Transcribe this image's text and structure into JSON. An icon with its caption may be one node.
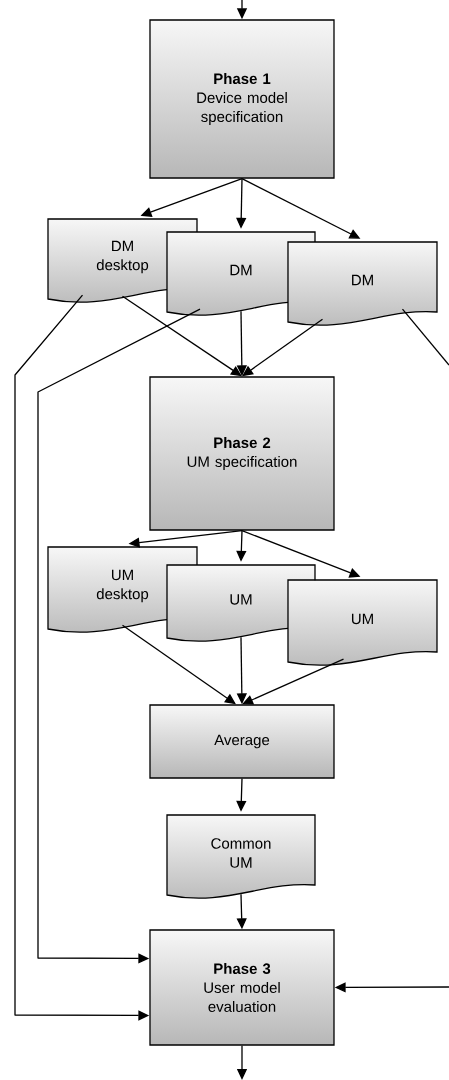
{
  "diagram": {
    "nodes": [
      {
        "text": [
          "Phase 1",
          "Device model specification"
        ]
      },
      {
        "text": [
          "DM desktop"
        ]
      },
      {
        "text": [
          "DM"
        ]
      },
      {
        "text": [
          "DM"
        ]
      },
      {
        "text": [
          "Phase 2",
          "UM specification"
        ]
      },
      {
        "text": [
          "UM desktop"
        ]
      },
      {
        "text": [
          "UM"
        ]
      },
      {
        "text": [
          "UM"
        ]
      },
      {
        "text": [
          "Average"
        ]
      },
      {
        "text": [
          "Common UM"
        ]
      },
      {
        "text": [
          "Phase 3",
          "User model evaluation"
        ]
      }
    ],
    "edges": [
      {
        "from": null,
        "to": 0,
        "arrow": "to"
      },
      {
        "from": 0,
        "to": 1,
        "arrow": "to"
      },
      {
        "from": 0,
        "to": 2,
        "arrow": "to"
      },
      {
        "from": 0,
        "to": 3,
        "arrow": "to"
      },
      {
        "from": 1,
        "to": 4,
        "arrow": "to"
      },
      {
        "from": 2,
        "to": 4,
        "arrow": "to"
      },
      {
        "from": 3,
        "to": 4,
        "arrow": "to"
      },
      {
        "from": 1,
        "to": 10,
        "arrow": "to"
      },
      {
        "from": 2,
        "to": 10,
        "arrow": "to"
      },
      {
        "from": 3,
        "to": null,
        "arrow": "none"
      },
      {
        "from": null,
        "to": 10,
        "arrow": "to"
      },
      {
        "from": 4,
        "to": 5,
        "arrow": "to"
      },
      {
        "from": 4,
        "to": 6,
        "arrow": "to"
      },
      {
        "from": 4,
        "to": 7,
        "arrow": "to"
      },
      {
        "from": 5,
        "to": 8,
        "arrow": "to"
      },
      {
        "from": 6,
        "to": 8,
        "arrow": "to"
      },
      {
        "from": 7,
        "to": 8,
        "arrow": "to"
      },
      {
        "from": 8,
        "to": 9,
        "arrow": "to"
      },
      {
        "from": 9,
        "to": 10,
        "arrow": "to"
      },
      {
        "from": 10,
        "to": null,
        "arrow": "to"
      }
    ]
  }
}
